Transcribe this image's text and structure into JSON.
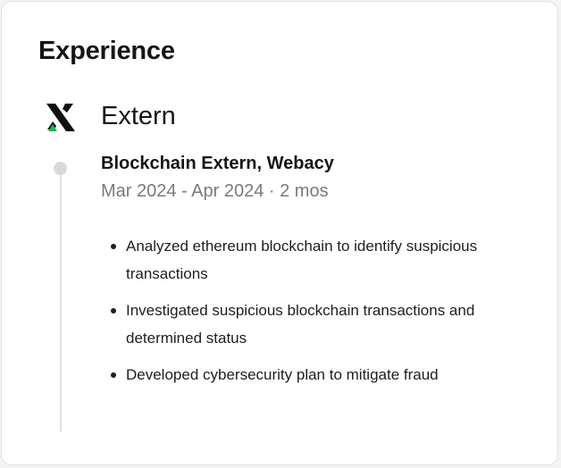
{
  "section": {
    "title": "Experience"
  },
  "company": {
    "name": "Extern",
    "logo_icon": "extern-x-logo-icon",
    "logo_colors": {
      "mark": "#111111",
      "accent": "#22b355"
    }
  },
  "role": {
    "title": "Blockchain Extern, Webacy",
    "dates": "Mar 2024 - Apr 2024 · 2 mos",
    "bullets": [
      "Analyzed ethereum blockchain to identify suspicious transactions",
      "Investigated suspicious blockchain transactions and determined status",
      "Developed cybersecurity plan to mitigate fraud"
    ]
  }
}
